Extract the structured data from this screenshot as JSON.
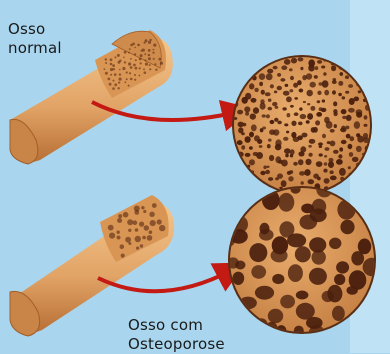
{
  "labels": {
    "normal": [
      "Osso",
      "normal"
    ],
    "osteoporosis": [
      "Osso com",
      "Osteoporose"
    ]
  },
  "colors": {
    "background": "#a9d6ee",
    "bone_surface": "#e2a467",
    "bone_dark": "#b86f35",
    "bone_spongy": "#d18c4d",
    "pore": "#4a1f0d",
    "arrow": "#c41a14"
  }
}
